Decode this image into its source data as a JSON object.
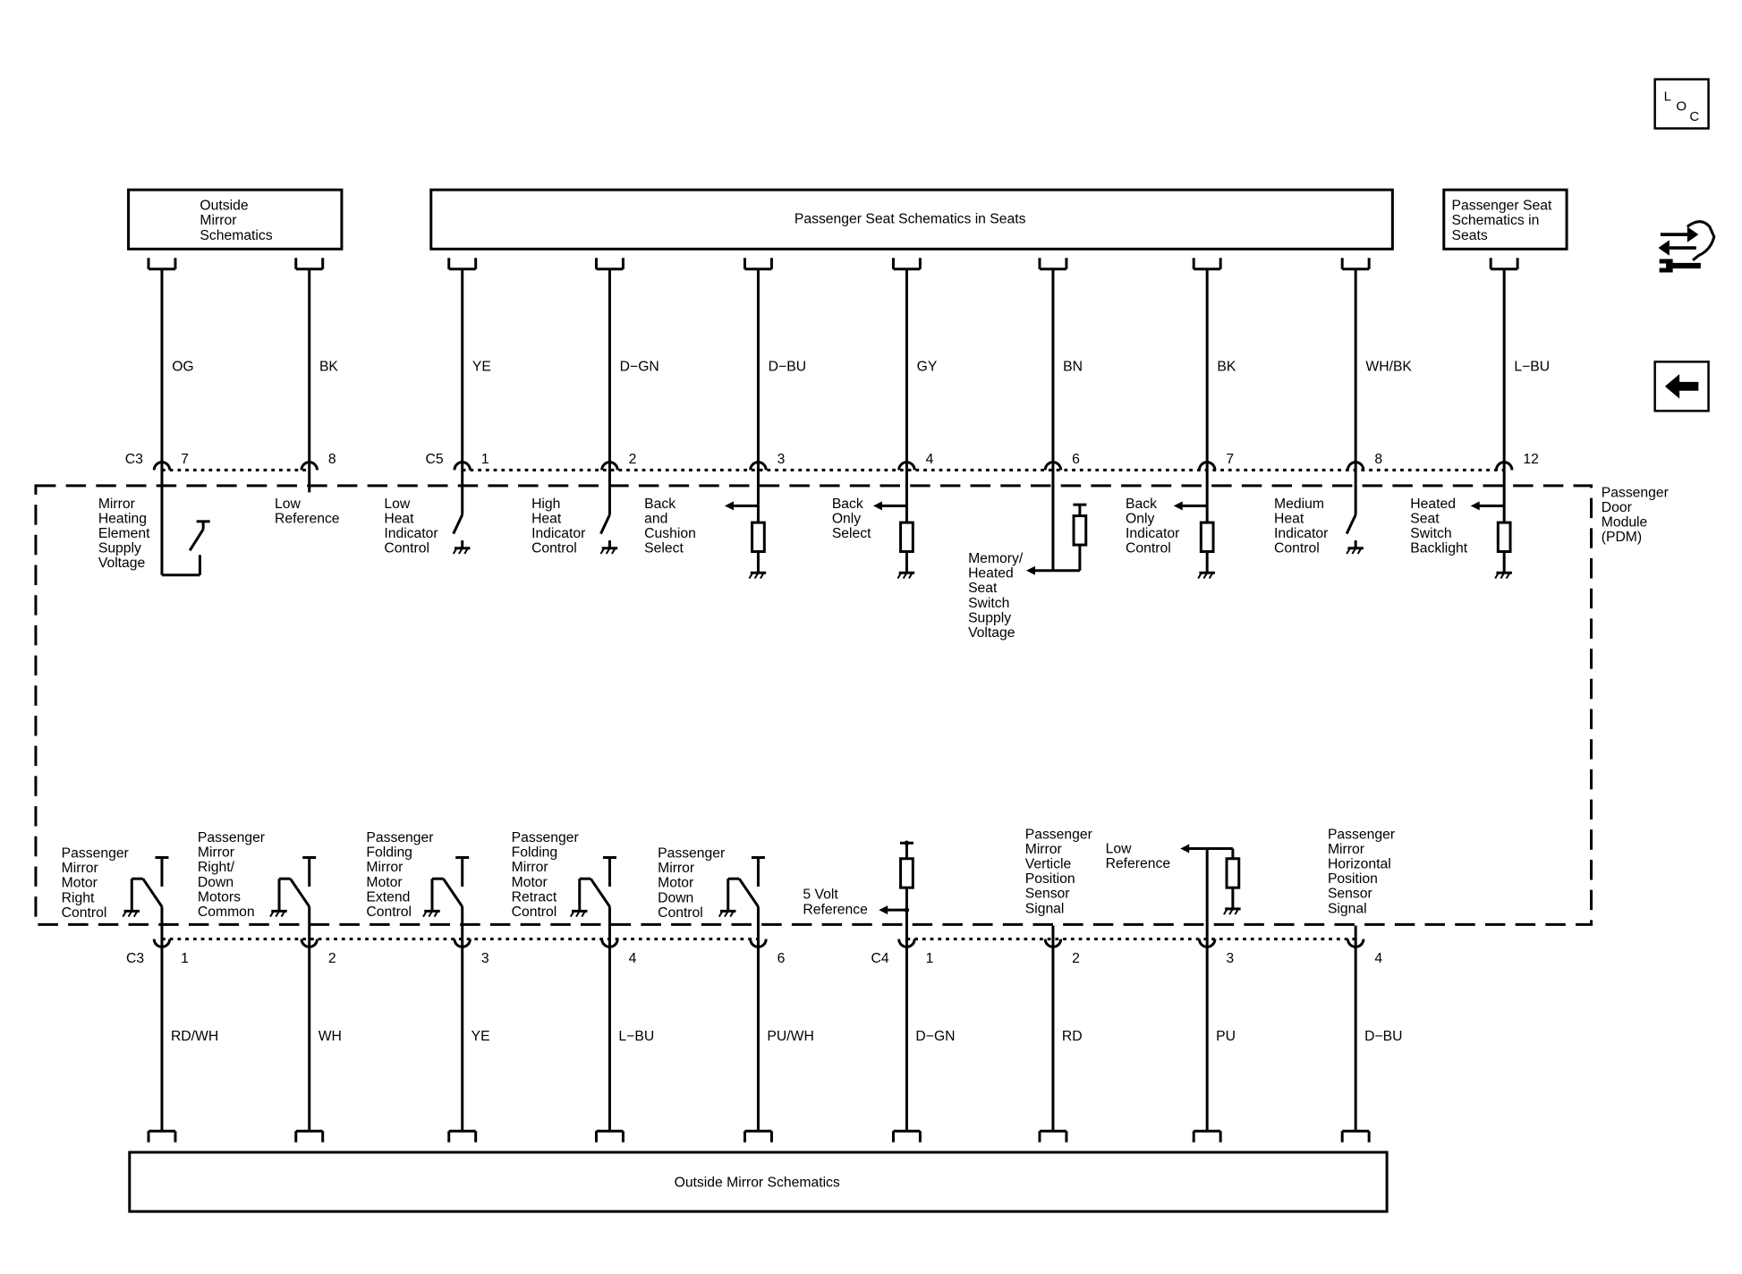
{
  "page": {
    "background": "#ffffff",
    "ink": "#000000"
  },
  "nav_icons": {
    "loc": {
      "icon": "loc-icon",
      "letters": [
        "L",
        "O",
        "C"
      ]
    },
    "procedures": {
      "icon": "arrows-wrench-icon"
    },
    "back": {
      "icon": "back-arrow-icon"
    }
  },
  "top_components": [
    {
      "label": [
        "Outside",
        "Mirror",
        "Schematics"
      ]
    },
    {
      "label": [
        "Passenger Seat Schematics in Seats"
      ]
    },
    {
      "label": [
        "Passenger Seat",
        "Schematics in",
        "Seats"
      ]
    }
  ],
  "module": {
    "label": [
      "Passenger",
      "Door",
      "Module",
      "(PDM)"
    ]
  },
  "top_connectors": [
    {
      "name": "C3",
      "pins": [
        {
          "pin": "7",
          "wire_color": "OG",
          "circuit": [
            "Mirror",
            "Heating",
            "Element",
            "Supply",
            "Voltage"
          ]
        },
        {
          "pin": "8",
          "wire_color": "BK",
          "circuit": [
            "Low",
            "Reference"
          ]
        }
      ]
    },
    {
      "name": "C5",
      "pins": [
        {
          "pin": "1",
          "wire_color": "YE",
          "circuit": [
            "Low",
            "Heat",
            "Indicator",
            "Control"
          ]
        },
        {
          "pin": "2",
          "wire_color": "D−GN",
          "circuit": [
            "High",
            "Heat",
            "Indicator",
            "Control"
          ]
        },
        {
          "pin": "3",
          "wire_color": "D−BU",
          "circuit": [
            "Back",
            "and",
            "Cushion",
            "Select"
          ]
        },
        {
          "pin": "4",
          "wire_color": "GY",
          "circuit": [
            "Back",
            "Only",
            "Select"
          ]
        },
        {
          "pin": "6",
          "wire_color": "BN",
          "circuit": [
            "Memory/",
            "Heated",
            "Seat",
            "Switch",
            "Supply",
            "Voltage"
          ]
        },
        {
          "pin": "7",
          "wire_color": "BK",
          "circuit": [
            "Back",
            "Only",
            "Indicator",
            "Control"
          ]
        },
        {
          "pin": "8",
          "wire_color": "WH/BK",
          "circuit": [
            "Medium",
            "Heat",
            "Indicator",
            "Control"
          ]
        },
        {
          "pin": "12",
          "wire_color": "L−BU",
          "circuit": [
            "Heated",
            "Seat",
            "Switch",
            "Backlight"
          ]
        }
      ]
    }
  ],
  "bottom_connectors": [
    {
      "name": "C3",
      "pins": [
        {
          "pin": "1",
          "wire_color": "RD/WH",
          "circuit": [
            "Passenger",
            "Mirror",
            "Motor",
            "Right",
            "Control"
          ]
        },
        {
          "pin": "2",
          "wire_color": "WH",
          "circuit": [
            "Passenger",
            "Mirror",
            "Right/",
            "Down",
            "Motors",
            "Common"
          ]
        },
        {
          "pin": "3",
          "wire_color": "YE",
          "circuit": [
            "Passenger",
            "Folding",
            "Mirror",
            "Motor",
            "Extend",
            "Control"
          ]
        },
        {
          "pin": "4",
          "wire_color": "L−BU",
          "circuit": [
            "Passenger",
            "Folding",
            "Mirror",
            "Motor",
            "Retract",
            "Control"
          ]
        },
        {
          "pin": "6",
          "wire_color": "PU/WH",
          "circuit": [
            "Passenger",
            "Mirror",
            "Motor",
            "Down",
            "Control"
          ]
        }
      ]
    },
    {
      "name": "C4",
      "pins": [
        {
          "pin": "1",
          "wire_color": "D−GN",
          "circuit": [
            "5 Volt",
            "Reference"
          ]
        },
        {
          "pin": "2",
          "wire_color": "RD",
          "circuit": [
            "Passenger",
            "Mirror",
            "Verticle",
            "Position",
            "Sensor",
            "Signal"
          ]
        },
        {
          "pin": "3",
          "wire_color": "PU",
          "circuit": [
            "Low",
            "Reference"
          ]
        },
        {
          "pin": "4",
          "wire_color": "D−BU",
          "circuit": [
            "Passenger",
            "Mirror",
            "Horizontal",
            "Position",
            "Sensor",
            "Signal"
          ]
        }
      ]
    }
  ],
  "bottom_component": {
    "label": [
      "Outside Mirror Schematics"
    ]
  }
}
